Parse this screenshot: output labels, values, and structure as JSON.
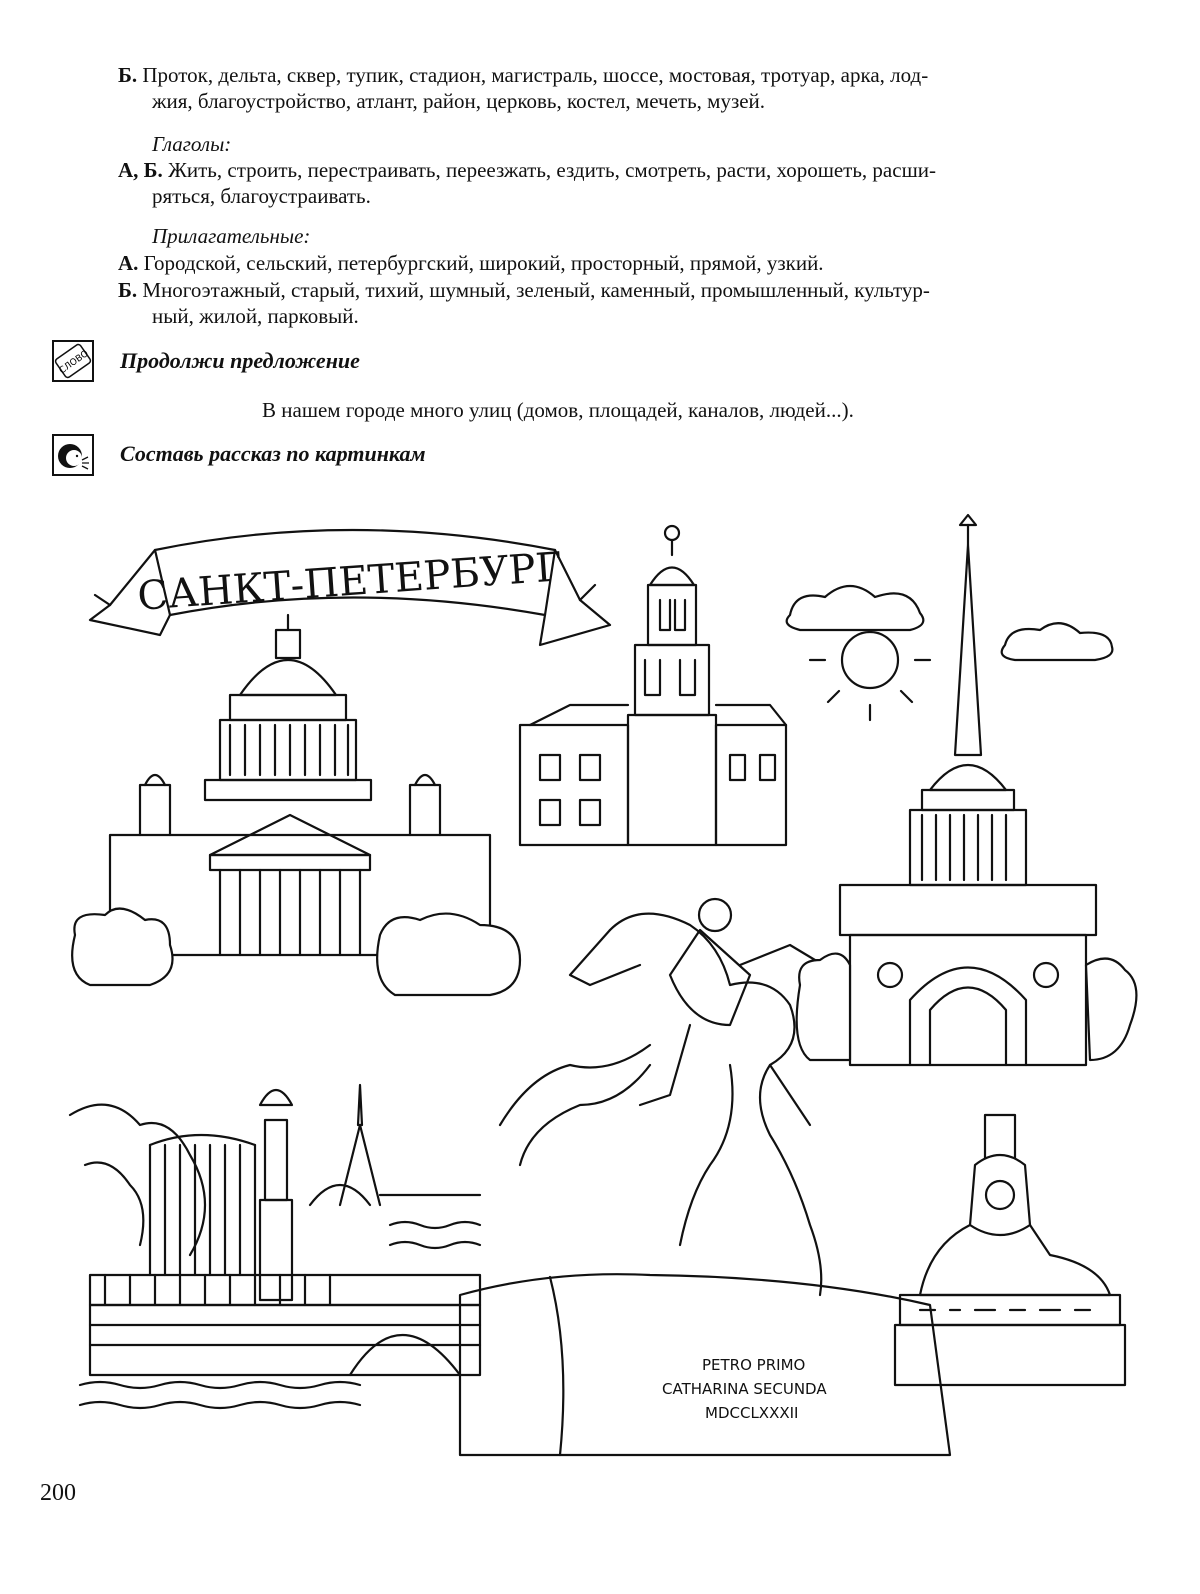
{
  "nouns_b": {
    "label": "Б.",
    "line1": "Проток, дельта, сквер, тупик, стадион, магистраль, шоссе, мостовая, тротуар, арка, лод-",
    "line2": "жия, благоустройство, атлант, район, церковь, костел, мечеть, музей."
  },
  "verbs": {
    "heading": "Глаголы:",
    "label": "А, Б.",
    "line1": "Жить, строить, перестраивать, переезжать, ездить, смотреть, расти, хорошеть, расши-",
    "line2": "ряться, благоустраивать."
  },
  "adjectives": {
    "heading": "Прилагательные:",
    "a_label": "А.",
    "a_text": "Городской, сельский, петербургский, широкий, просторный, прямой, узкий.",
    "b_label": "Б.",
    "b_line1": "Многоэтажный, старый, тихий, шумный, зеленый, каменный, промышленный, культур-",
    "b_line2": "ный, жилой, парковый."
  },
  "task1": {
    "icon_text": "СЛОВО",
    "title": "Продолжи предложение",
    "sentence": "В нашем городе много улиц (домов, площадей, каналов, людей...)."
  },
  "task2": {
    "title": "Составь рассказ по картинкам"
  },
  "illustration": {
    "banner": "САНКТ-ПЕТЕРБУРГ",
    "inscription_1": "PETRO PRIMO",
    "inscription_2": "CATHARINA SECUNDA",
    "inscription_3": "MDCCLXXXII"
  },
  "page_number": "200"
}
